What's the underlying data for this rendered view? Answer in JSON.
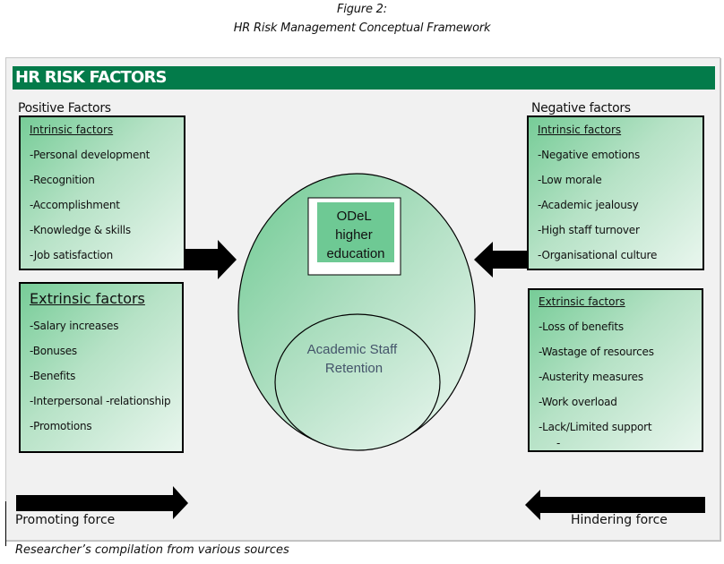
{
  "figure": {
    "label": "Figure 2:",
    "title": "HR Risk Management Conceptual Framework"
  },
  "banner": {
    "title": "HR RISK FACTORS",
    "color": "#037b4a"
  },
  "positive": {
    "title": "Positive Factors",
    "intrinsic": {
      "heading": "Intrinsic factors",
      "items": [
        "-Personal development",
        "-Recognition",
        "-Accomplishment",
        "-Knowledge & skills",
        "-Job satisfaction"
      ]
    },
    "extrinsic": {
      "heading": "Extrinsic factors",
      "items": [
        "-Salary increases",
        "-Bonuses",
        "-Benefits",
        "-Interpersonal -relationship",
        "-Promotions"
      ]
    }
  },
  "negative": {
    "title": "Negative factors",
    "intrinsic": {
      "heading": "Intrinsic factors",
      "items": [
        "-Negative emotions",
        "-Low morale",
        "-Academic jealousy",
        "-High staff turnover",
        "-Organisational culture"
      ]
    },
    "extrinsic": {
      "heading": "Extrinsic factors",
      "items": [
        "-Loss of benefits",
        "-Wastage of resources",
        "-Austerity measures",
        "-Work overload",
        "-Lack/Limited support",
        "-"
      ]
    }
  },
  "center": {
    "outer_label_lines": [
      "ODeL",
      "higher",
      "education"
    ],
    "inner_label_lines": [
      "Academic Staff",
      "Retention"
    ]
  },
  "forces": {
    "promoting": "Promoting force",
    "hindering": "Hindering force"
  },
  "footer": "Researcher’s compilation from various sources"
}
